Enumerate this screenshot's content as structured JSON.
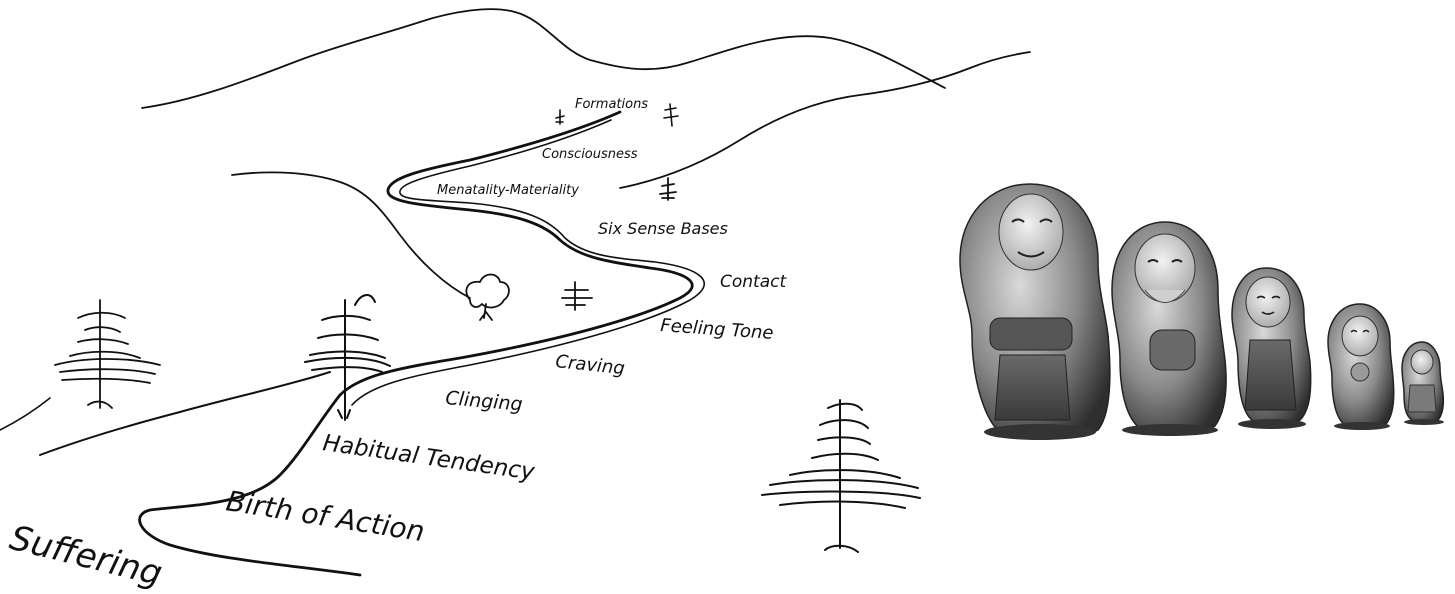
{
  "stages": [
    "Formations",
    "Consciousness",
    "Menatality-Materiality",
    "Six Sense Bases",
    "Contact",
    "Feeling Tone",
    "Craving",
    "Clinging",
    "Habitual Tendency",
    "Birth of Action",
    "Suffering"
  ],
  "dolls": [
    {
      "size": "largest"
    },
    {
      "size": "large"
    },
    {
      "size": "medium"
    },
    {
      "size": "small"
    },
    {
      "size": "smallest"
    }
  ]
}
